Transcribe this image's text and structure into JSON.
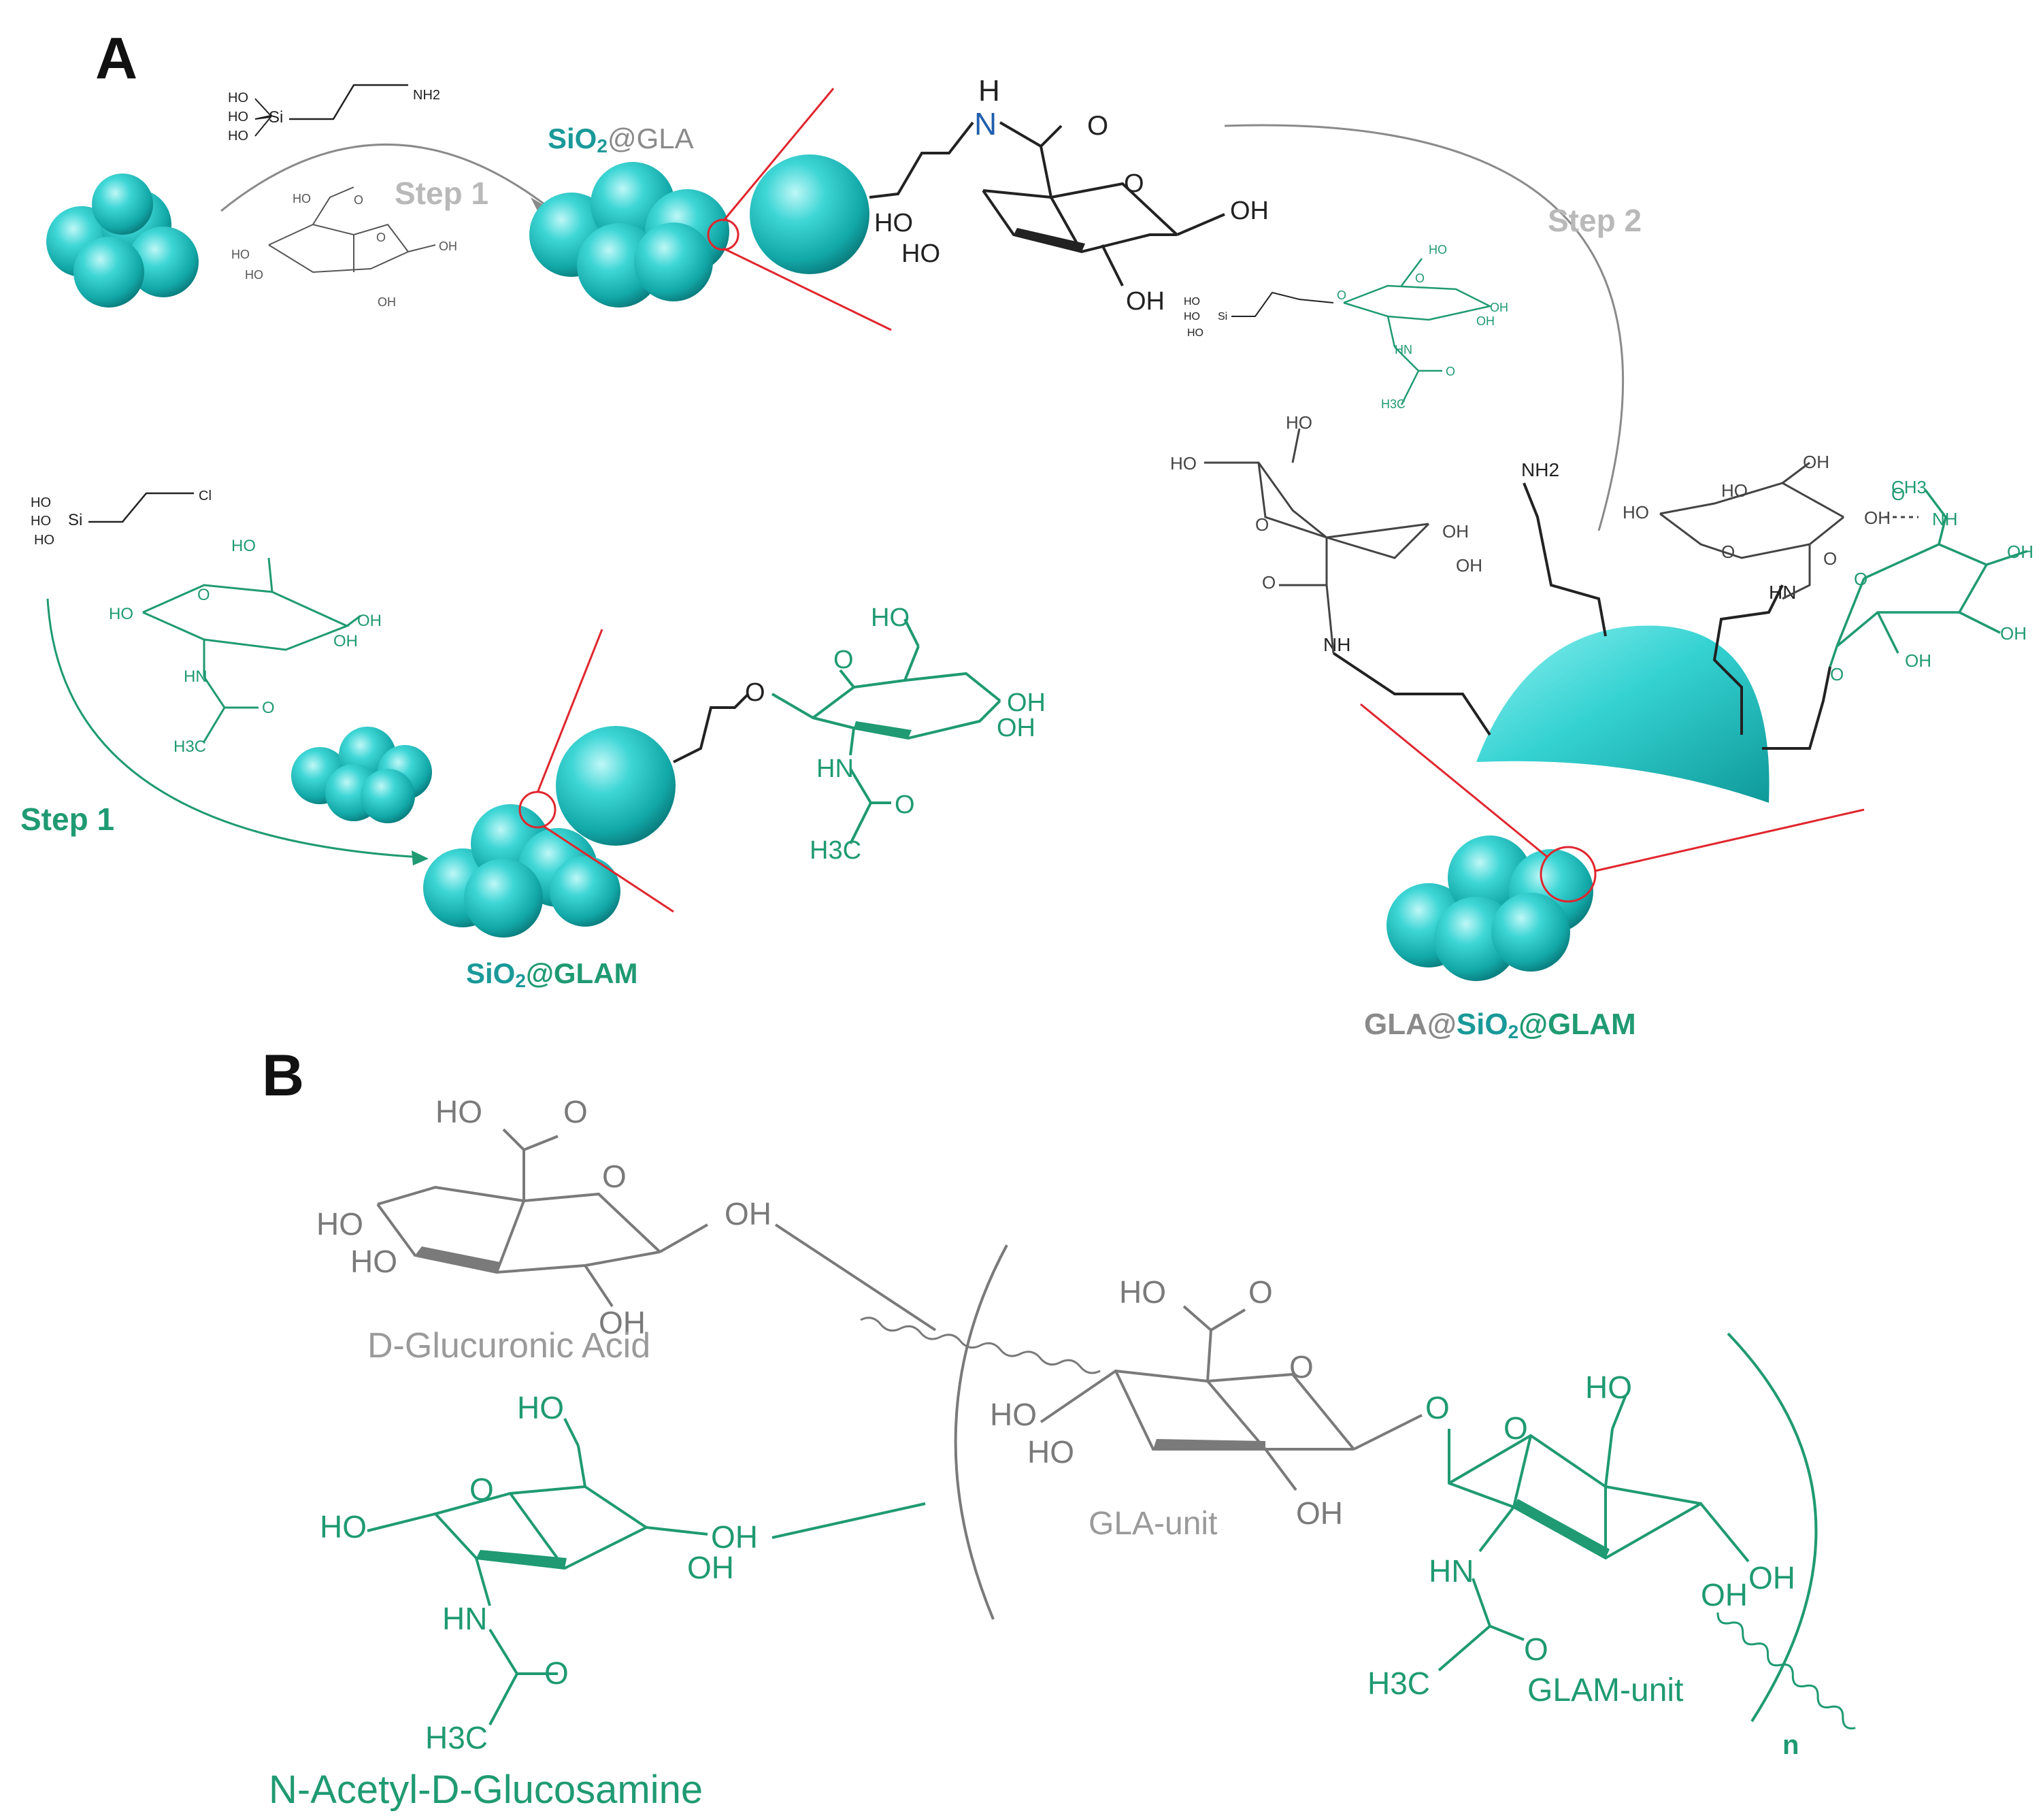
{
  "colors": {
    "gray": "#8a8a8a",
    "dark": "#222222",
    "green": "#1f9a72",
    "teal": "#2ec9c9",
    "tealDark": "#149a9a",
    "red": "#e0262e",
    "blue": "#1f5fae"
  },
  "panel_a": {
    "label": "A",
    "step1_gray": "Step 1",
    "step2": "Step 2",
    "step1_green": "Step 1",
    "sio2_gla": {
      "a": "SiO",
      "sub": "2",
      "b": "@GLA"
    },
    "sio2_glam": {
      "a": "SiO",
      "sub": "2",
      "b": "@GLAM"
    },
    "gla_sio2_glam": {
      "a": "GLA@",
      "b": "SiO",
      "sub": "2",
      "c": "@GLAM"
    },
    "aminosilane": {
      "ho1": "HO",
      "ho2": "HO",
      "ho3": "HO",
      "si": "Si",
      "nh2": "NH2"
    },
    "chlorosilane": {
      "ho1": "HO",
      "ho2": "HO",
      "ho3": "HO",
      "si": "Si",
      "cl": "Cl"
    },
    "amide_nh": {
      "h": "H",
      "n": "N"
    },
    "gla_mol": {
      "ho_a": "HO",
      "ho_b": "HO",
      "oh_a": "OH",
      "oh_b": "OH",
      "o_ring": "O",
      "o_carbonyl": "O"
    },
    "glam_mol": {
      "ho_a": "HO",
      "ho_b": "HO",
      "oh_a": "OH",
      "oh_b": "OH",
      "hn": "HN",
      "o": "O",
      "h3c": "H3C"
    },
    "nh2": "NH2",
    "nh": "NH",
    "hn": "HN",
    "ch3": "CH3"
  },
  "panel_b": {
    "label": "B",
    "d_glucuronic": "D-Glucuronic Acid",
    "n_acetyl": "N-Acetyl-D-Glucosamine",
    "gla_unit": "GLA-unit",
    "glam_unit": "GLAM-unit",
    "n": "n",
    "ho": "HO",
    "oh": "OH",
    "o": "O",
    "hn": "HN",
    "h3c": "H3C"
  }
}
